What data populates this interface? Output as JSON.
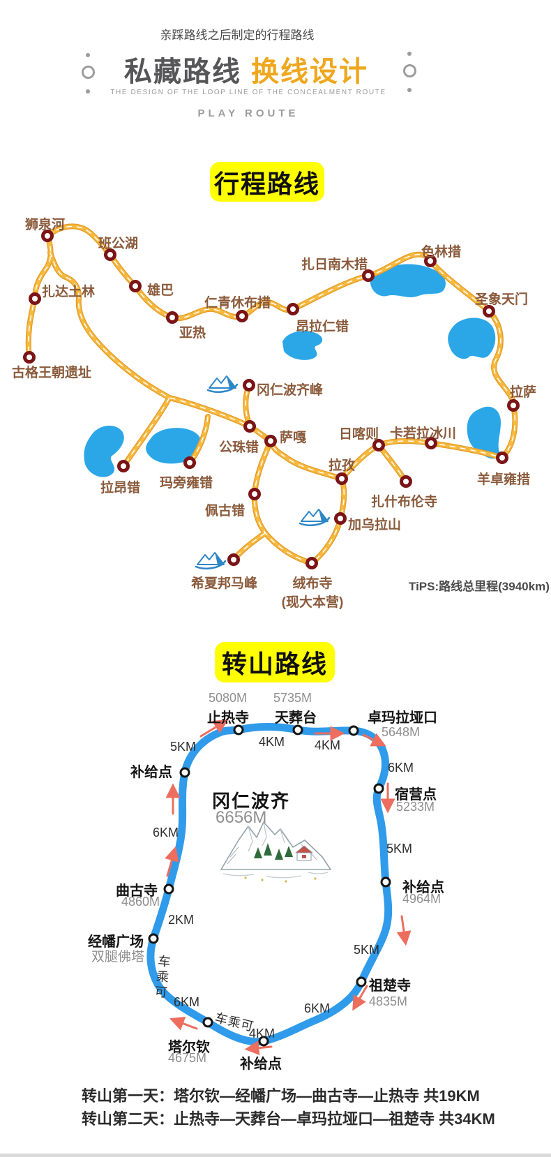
{
  "header": {
    "tagline": "亲踩路线之后制定的行程路线",
    "title_main": "私藏路线",
    "title_accent": "换线设计",
    "subtitle_en": "THE DESIGN OF THE LOOP LINE OF THE CONCEALMENT ROUTE",
    "caption_en": "PLAY ROUTE"
  },
  "colors": {
    "accent_orange": "#EFA71E",
    "badge_yellow": "#FFFF00",
    "road_yellow": "#F7B93F",
    "node_red": "#7B1416",
    "lake_blue": "#2BA7E8",
    "route_blue": "#2F9BEA",
    "arrow_red": "#ED6D5E"
  },
  "map1": {
    "title": "行程路线",
    "tips": "TiPS:路线总里程(3940km)",
    "rongbu_line2": "(现大本营)",
    "locations": [
      {
        "label": "狮泉河"
      },
      {
        "label": "班公湖"
      },
      {
        "label": "扎达土林"
      },
      {
        "label": "雄巴"
      },
      {
        "label": "亚热"
      },
      {
        "label": "仁青休布措"
      },
      {
        "label": "昂拉仁错"
      },
      {
        "label": "扎日南木措"
      },
      {
        "label": "色林措"
      },
      {
        "label": "圣象天门"
      },
      {
        "label": "古格王朝遗址"
      },
      {
        "label": "冈仁波齐峰"
      },
      {
        "label": "公珠错"
      },
      {
        "label": "萨嘎"
      },
      {
        "label": "拉昂错"
      },
      {
        "label": "玛旁雍错"
      },
      {
        "label": "佩古错"
      },
      {
        "label": "日喀则"
      },
      {
        "label": "卡若拉冰川"
      },
      {
        "label": "拉孜"
      },
      {
        "label": "扎什布伦寺"
      },
      {
        "label": "羊卓雍措"
      },
      {
        "label": "拉萨"
      },
      {
        "label": "加乌拉山"
      },
      {
        "label": "希夏邦马峰"
      },
      {
        "label": "绒布寺"
      }
    ]
  },
  "map2": {
    "title": "转山路线",
    "peak_name": "冈仁波齐",
    "peak_altitude": "6656M",
    "car_note": "车乘可",
    "stations": [
      {
        "label": "止热寺",
        "altitude": "5080M"
      },
      {
        "label": "天葬台",
        "altitude": "5735M"
      },
      {
        "label": "卓玛拉垭口",
        "altitude": "5648M"
      },
      {
        "label": "宿营点",
        "altitude": "5233M"
      },
      {
        "label": "补给点",
        "altitude": "4964M"
      },
      {
        "label": "祖楚寺",
        "altitude": "4835M"
      },
      {
        "label": "补给点",
        "altitude": ""
      },
      {
        "label": "塔尔钦",
        "altitude": "4675M"
      },
      {
        "label": "经幡广场",
        "sub": "双腿佛塔"
      },
      {
        "label": "曲古寺",
        "altitude": "4860M"
      },
      {
        "label": "补给点",
        "altitude": ""
      }
    ],
    "distances": [
      "5KM",
      "4KM",
      "4KM",
      "6KM",
      "5KM",
      "5KM",
      "6KM",
      "4KM",
      "6KM",
      "2KM",
      "6KM"
    ],
    "day1": "转山第一天：塔尔钦—经幡广场—曲古寺—止热寺 共19KM",
    "day2": "转山第二天：止热寺—天葬台—卓玛拉垭口—祖楚寺 共34KM"
  }
}
